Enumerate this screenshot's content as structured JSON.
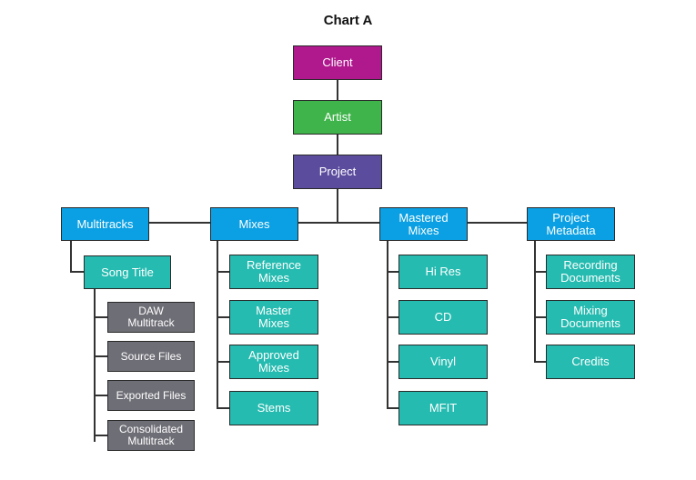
{
  "title": "Chart A",
  "top": [
    "Client",
    "Artist",
    "Project"
  ],
  "categories": {
    "multitracks": "Multitracks",
    "mixes": "Mixes",
    "mastered": "Mastered\nMixes",
    "metadata": "Project\nMetadata"
  },
  "multitracks": {
    "song_title": "Song Title",
    "children": [
      "DAW\nMultitrack",
      "Source Files",
      "Exported Files",
      "Consolidated\nMultitrack"
    ]
  },
  "mixes_children": [
    "Reference\nMixes",
    "Master\nMixes",
    "Approved\nMixes",
    "Stems"
  ],
  "mastered_children": [
    "Hi Res",
    "CD",
    "Vinyl",
    "MFIT"
  ],
  "metadata_children": [
    "Recording\nDocuments",
    "Mixing\nDocuments",
    "Credits"
  ],
  "colors": {
    "client": "#b0188d",
    "artist": "#3fb44a",
    "project": "#5c4c9e",
    "category": "#0aa0e3",
    "item": "#25bbb0",
    "file": "#6e6e76"
  }
}
